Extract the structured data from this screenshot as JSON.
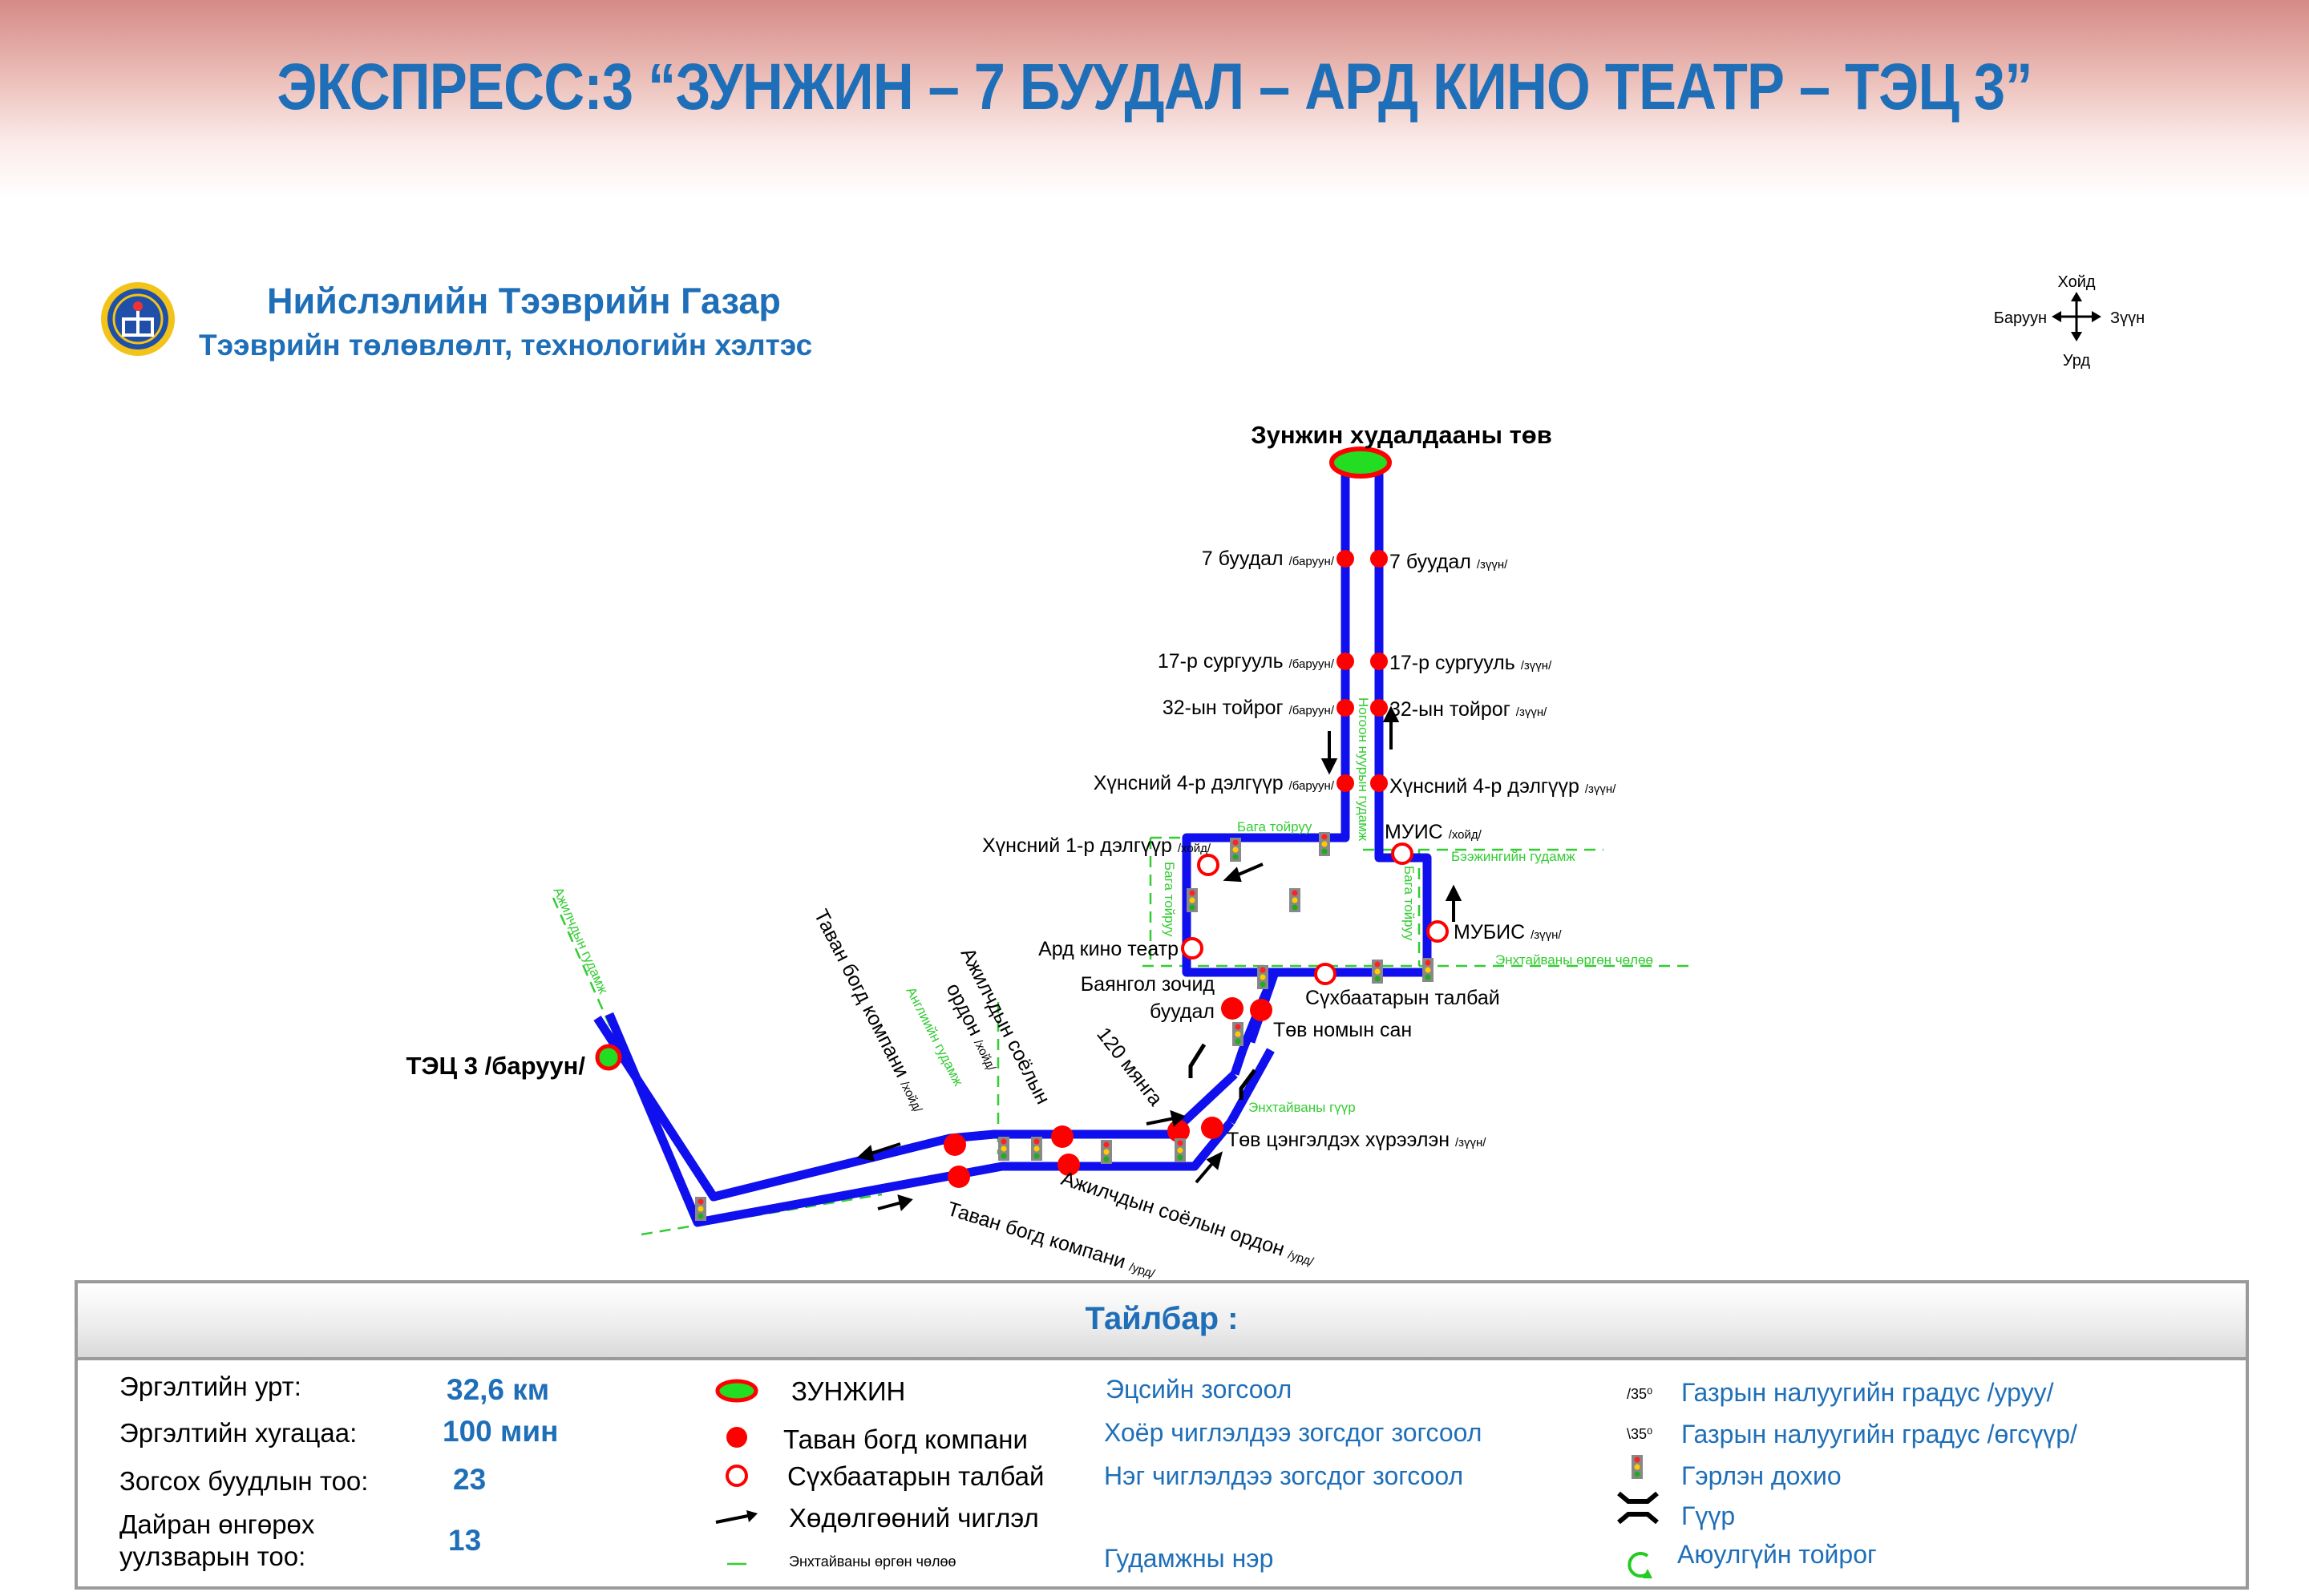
{
  "header": {
    "title": "ЭКСПРЕСС:3 “ЗУНЖИН – 7 БУУДАЛ – АРД КИНО ТЕАТР – ТЭЦ 3”",
    "org_name": "Нийслэлийн Тээврийн Газар",
    "org_department": "Тээврийн төлөвлөлт, технологийн хэлтэс"
  },
  "compass": {
    "north": "Хойд",
    "south": "Урд",
    "west": "Баруун",
    "east": "Зүүн"
  },
  "map": {
    "terminal_start": "Зунжин худалдааны төв",
    "terminal_end": "ТЭЦ 3 /баруун/",
    "stops": {
      "s7_west": "7 буудал",
      "s7_west_dir": "/баруун/",
      "s7_east": "7 буудал",
      "s7_east_dir": "/зүүн/",
      "s17_west": "17-р сургууль",
      "s17_west_dir": "/баруун/",
      "s17_east": "17-р сургууль",
      "s17_east_dir": "/зүүн/",
      "s32_west": "32-ын тойрог",
      "s32_west_dir": "/баруун/",
      "s32_east": "32-ын тойрог",
      "s32_east_dir": "/зүүн/",
      "hs4_west": "Хүнсний 4-р дэлгүүр",
      "hs4_west_dir": "/баруун/",
      "hs4_east": "Хүнсний 4-р дэлгүүр",
      "hs4_east_dir": "/зүүн/",
      "hs1": "Хүнсний 1-р дэлгүүр",
      "hs1_dir": "/хойд/",
      "muis": "МУИС",
      "muis_dir": "/хойд/",
      "mubis": "МУБИС",
      "mubis_dir": "/зүүн/",
      "ard": "Ард кино театр",
      "bayangol_1": "Баянгол зочид",
      "bayangol_2": "буудал",
      "tov_nomyn": "Төв номын сан",
      "sukhbaatar": "Сүхбаатарын талбай",
      "tov_tsengeldekh": "Төв цэнгэлдэх хүрээлэн",
      "tov_tsengeldekh_dir": "/зүүн/",
      "myanga": "120 мянга",
      "ajilchdyn_n1": "Ажилчдын соёлын",
      "ajilchdyn_n2": "ордон",
      "ajilchdyn_n_dir": "/хойд/",
      "ajilchdyn_s": "Ажилчдын соёлын ордон",
      "ajilchdyn_s_dir": "/урд/",
      "tavan_n": "Таван богд компани",
      "tavan_n_dir": "/хойд/",
      "tavan_s": "Таван богд компани",
      "tavan_s_dir": "/урд/"
    },
    "streets": {
      "noyon": "Ногоон нуурын гудамж",
      "baga_toiruu": "Бага тойруу",
      "baga_toiruu_w": "Бага тойруу",
      "baga_toiruu_e": "Бага тойруу",
      "beejin": "Бээжингийн гудамж",
      "enkhtaivan_urgun": "Энхтайваны өргөн чөлөө",
      "enkhtaivan_guur": "Энхтайваны гүүр",
      "angliin": "Англиийн гудамж",
      "ajilchdyn_gudamj": "Ажилчдын гудамж"
    }
  },
  "legend": {
    "title": "Тайлбар :",
    "route_length_label": "Эргэлтийн урт:",
    "route_length_value": "32,6 км",
    "route_time_label": "Эргэлтийн хугацаа:",
    "route_time_value": "100 мин",
    "stops_count_label": "Зогсох буудлын тоо:",
    "stops_count_value": "23",
    "intersections_label_1": "Дайран өнгөрөх",
    "intersections_label_2": "уулзварын тоо:",
    "intersections_value": "13",
    "sym_terminal": "ЗУНЖИН",
    "sym_two_way": "Таван богд компани",
    "sym_one_way": "Сүхбаатарын талбай",
    "sym_direction": "Хөдөлгөөний чиглэл",
    "sym_street": "Энхтайваны өргөн чөлөө",
    "desc_terminal": "Эцсийн зогсоол",
    "desc_two_way": "Хоёр чиглэлдээ зогсдог зогсоол",
    "desc_one_way": "Нэг чиглэлдээ зогсдог зогсоол",
    "desc_street": "Гудамжны нэр",
    "slope_down_sym": "/35⁰",
    "slope_down_label": "Газрын налуугийн градус /уруу/",
    "slope_up_sym": "\\35⁰",
    "slope_up_label": "Газрын налуугийн градус /өгсүүр/",
    "traffic_light_label": "Гэрлэн дохио",
    "bridge_label": "Гүүр",
    "roundabout_label": "Аюулгүйн тойрог"
  },
  "colors": {
    "title": "#1f6fb8",
    "route": "#1010ee",
    "stop": "#ff0000",
    "terminal_fill": "#22dd22",
    "street_label": "#33cc33"
  }
}
